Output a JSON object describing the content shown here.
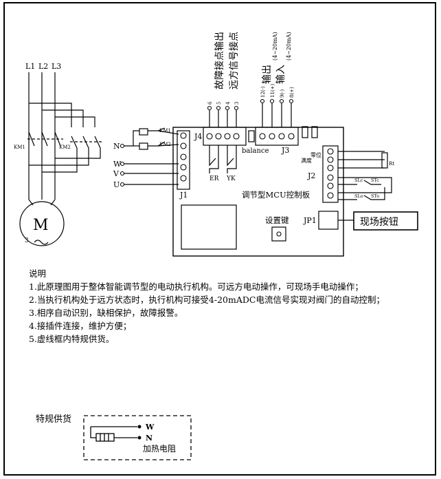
{
  "lines": {
    "l1": "L1",
    "l2": "L2",
    "l3": "L3"
  },
  "contactors": {
    "km1": "KM1",
    "km2": "KM2"
  },
  "relay_labels": {
    "km1": "KM1",
    "km2": "KM2"
  },
  "motor": {
    "symbol": "M",
    "phase": "3"
  },
  "terminals": {
    "n": "N",
    "w": "W",
    "v": "V",
    "u": "U"
  },
  "board": {
    "title": "调节型MCU控制板",
    "j1": "J1",
    "j2": "J2",
    "j3": "J3",
    "j4": "J4",
    "jp1": "JP1",
    "balance": "balance",
    "setting_key": "设置键",
    "er": "ER",
    "yk": "YK",
    "travel": "满度",
    "zero": "零位"
  },
  "top_terminals": {
    "numbers": [
      "6",
      "5",
      "4",
      "3",
      "12(-)",
      "11(+)",
      "9(-)",
      "8(+)"
    ],
    "fault_output": "故障接点输出",
    "remote_signal": "远方信号接点",
    "output": "输出",
    "output_range": "(4~20mA)",
    "input": "输入",
    "input_range": "(4~20mA)"
  },
  "resistor": "Rt",
  "switch_labels": {
    "slc": "SLc",
    "stc": "STc",
    "slo": "SLo",
    "sto": "STo"
  },
  "local_button": "现场按钮",
  "notes": {
    "heading": "说明",
    "items": [
      "1.此原理图用于整体智能调节型的电动执行机构。可远方电动操作，可现场手电动操作；",
      "2.当执行机构处于远方状态时，执行机构可接受4-20mADC电流信号实现对阀门的自动控制；",
      "3.相序自动识别，缺相保护，故障报警。",
      "4.接插件连接，维护方便；",
      "5.虚线框内特规供货。"
    ]
  },
  "special_supply": {
    "title": "特规供货",
    "w": "W",
    "n": "N",
    "heater": "加热电阻"
  }
}
